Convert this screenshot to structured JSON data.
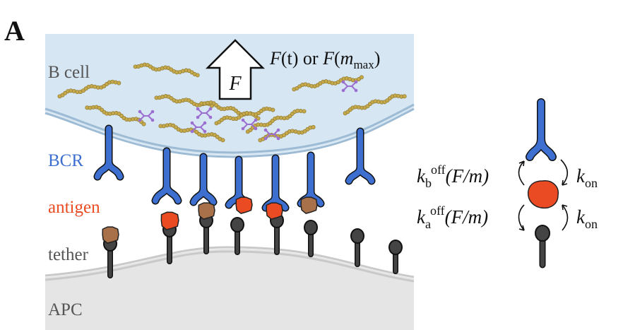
{
  "panel_label": "A",
  "force": {
    "arrow_label": "F",
    "caption_pre": "F",
    "caption_t": "(t) or ",
    "caption_F2": "F",
    "caption_open": "(",
    "caption_m": "m",
    "caption_max": "max",
    "caption_close": ")"
  },
  "labels": {
    "b_cell": "B cell",
    "bcr": "BCR",
    "antigen": "antigen",
    "tether": "tether",
    "apc": "APC"
  },
  "kinetics": {
    "kb_k": "k",
    "kb_sub": "b",
    "kb_sup": "off",
    "kb_arg": "(F/m)",
    "ka_k": "k",
    "ka_sub": "a",
    "ka_sup": "off",
    "ka_arg": "(F/m)",
    "kon_k": "k",
    "kon_sub": "on"
  },
  "colors": {
    "b_cell_fill": "#d6e6f3",
    "membrane": "#9dbbd4",
    "bcr": "#3d6fd0",
    "antigen_bound": "#ea4b22",
    "antigen_free": "#a9714a",
    "tether": "#333333",
    "apc_fill": "#e5e5e5",
    "actin": "#c6a94b",
    "crosslinker": "#9b6fcf",
    "label_bcr": "#3d6fd0",
    "label_antigen": "#ea4b22",
    "label_gray": "#555555"
  }
}
